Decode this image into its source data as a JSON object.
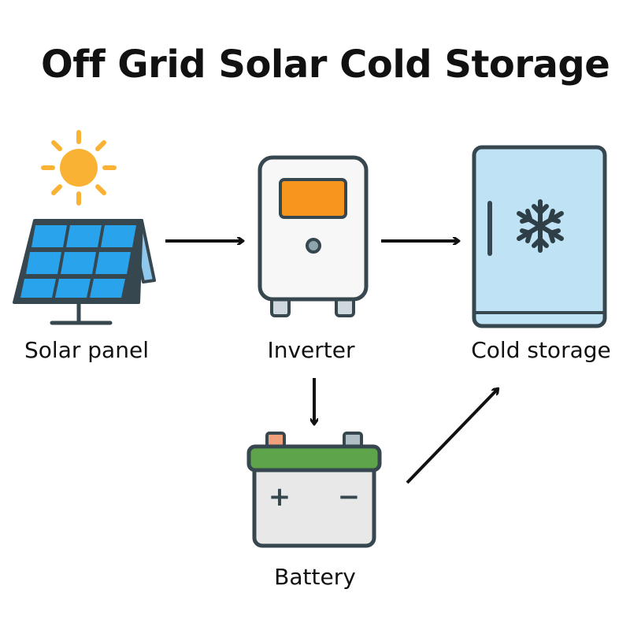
{
  "title": "Off Grid Solar Cold Storage",
  "nodes": {
    "solar_panel": {
      "label": "Solar panel"
    },
    "inverter": {
      "label": "Inverter"
    },
    "cold_storage": {
      "label": "Cold storage"
    },
    "battery": {
      "label": "Battery"
    }
  },
  "battery_symbols": {
    "positive": "+",
    "negative": "−"
  },
  "edges": [
    {
      "from": "solar_panel",
      "to": "inverter"
    },
    {
      "from": "inverter",
      "to": "cold_storage"
    },
    {
      "from": "inverter",
      "to": "battery"
    },
    {
      "from": "battery",
      "to": "cold_storage"
    }
  ],
  "colors": {
    "outline": "#37474f",
    "sun": "#f9b233",
    "panel_cell": "#29a3ec",
    "inverter_body": "#f7f7f7",
    "inverter_display": "#f7961e",
    "fridge_body": "#bfe3f5",
    "battery_top": "#5ea44a",
    "battery_body": "#e8e8e8",
    "battery_terminal": "#f0a07a"
  }
}
